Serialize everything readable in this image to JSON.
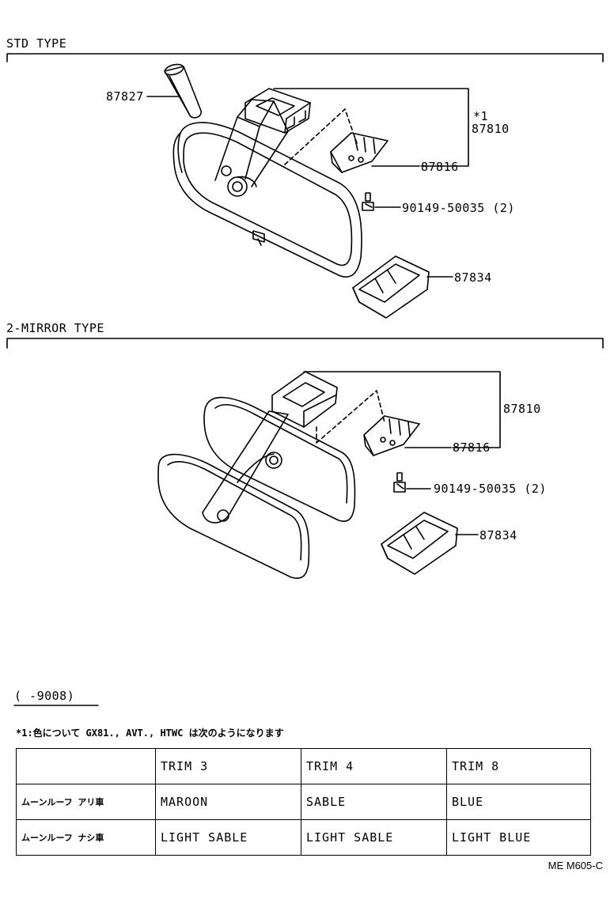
{
  "sections": {
    "std": {
      "title": "STD TYPE"
    },
    "two_mirror": {
      "title": "2-MIRROR TYPE"
    }
  },
  "callouts": {
    "std": {
      "p87827": "87827",
      "star": "*1",
      "p87810": "87810",
      "p87816": "87816",
      "screw": "90149-50035 (2)",
      "p87834": "87834"
    },
    "two_mirror": {
      "p87810": "87810",
      "p87816": "87816",
      "screw": "90149-50035 (2)",
      "p87834": "87834"
    }
  },
  "applicability": "(    -9008)",
  "footnote": "*1:色について GX81., AVT., HTWC は次のようになります",
  "table": {
    "header": [
      "",
      "TRIM 3",
      "TRIM 4",
      "TRIM 8"
    ],
    "rows": [
      [
        "ムーンルーフ アリ車",
        "MAROON",
        "SABLE",
        "BLUE"
      ],
      [
        "ムーンルーフ ナシ車",
        "LIGHT SABLE",
        "LIGHT SABLE",
        "LIGHT BLUE"
      ]
    ]
  },
  "page_code": "ME  M605-C"
}
